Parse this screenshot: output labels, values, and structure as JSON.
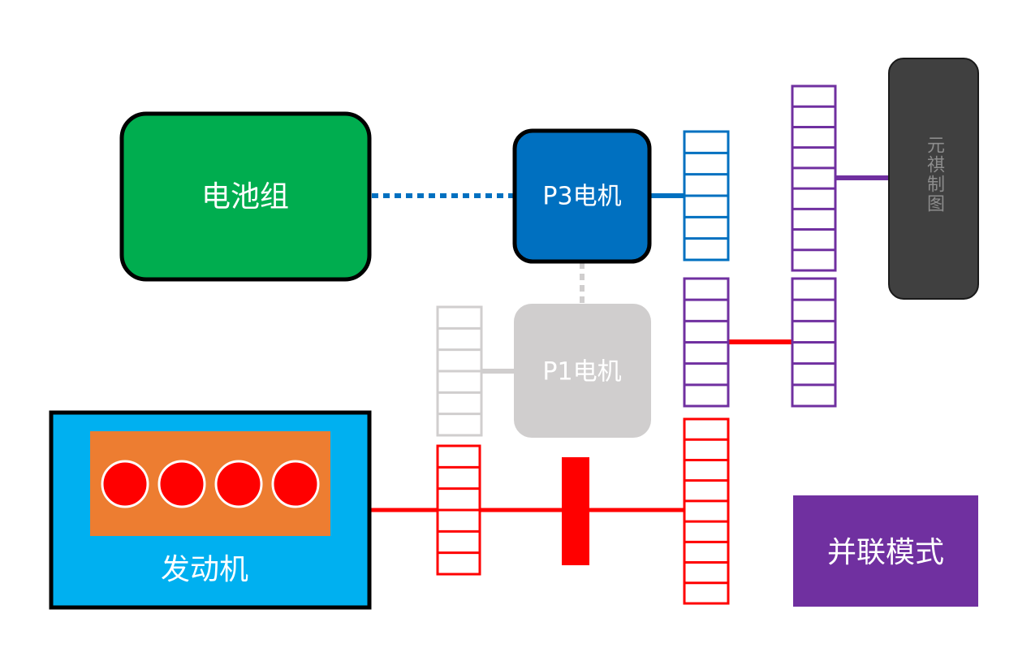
{
  "labels": {
    "battery": "电池组",
    "p3_motor": "P3电机",
    "p1_motor": "P1电机",
    "engine": "发动机",
    "wheel": "元祺制图",
    "mode": "并联模式"
  },
  "colors": {
    "battery": "#00ad4f",
    "p3_motor": "#0070c0",
    "p1_motor": "#d0cece",
    "engine_box": "#00b0f0",
    "cylinder_block": "#ed7d31",
    "cylinder": "#ff0000",
    "wheel": "#404040",
    "mode_badge": "#7030a0",
    "power_flow": "#ff0000",
    "electric_link": "#0070c0",
    "gear_purple": "#7030a0",
    "gear_gray": "#d0cece"
  }
}
